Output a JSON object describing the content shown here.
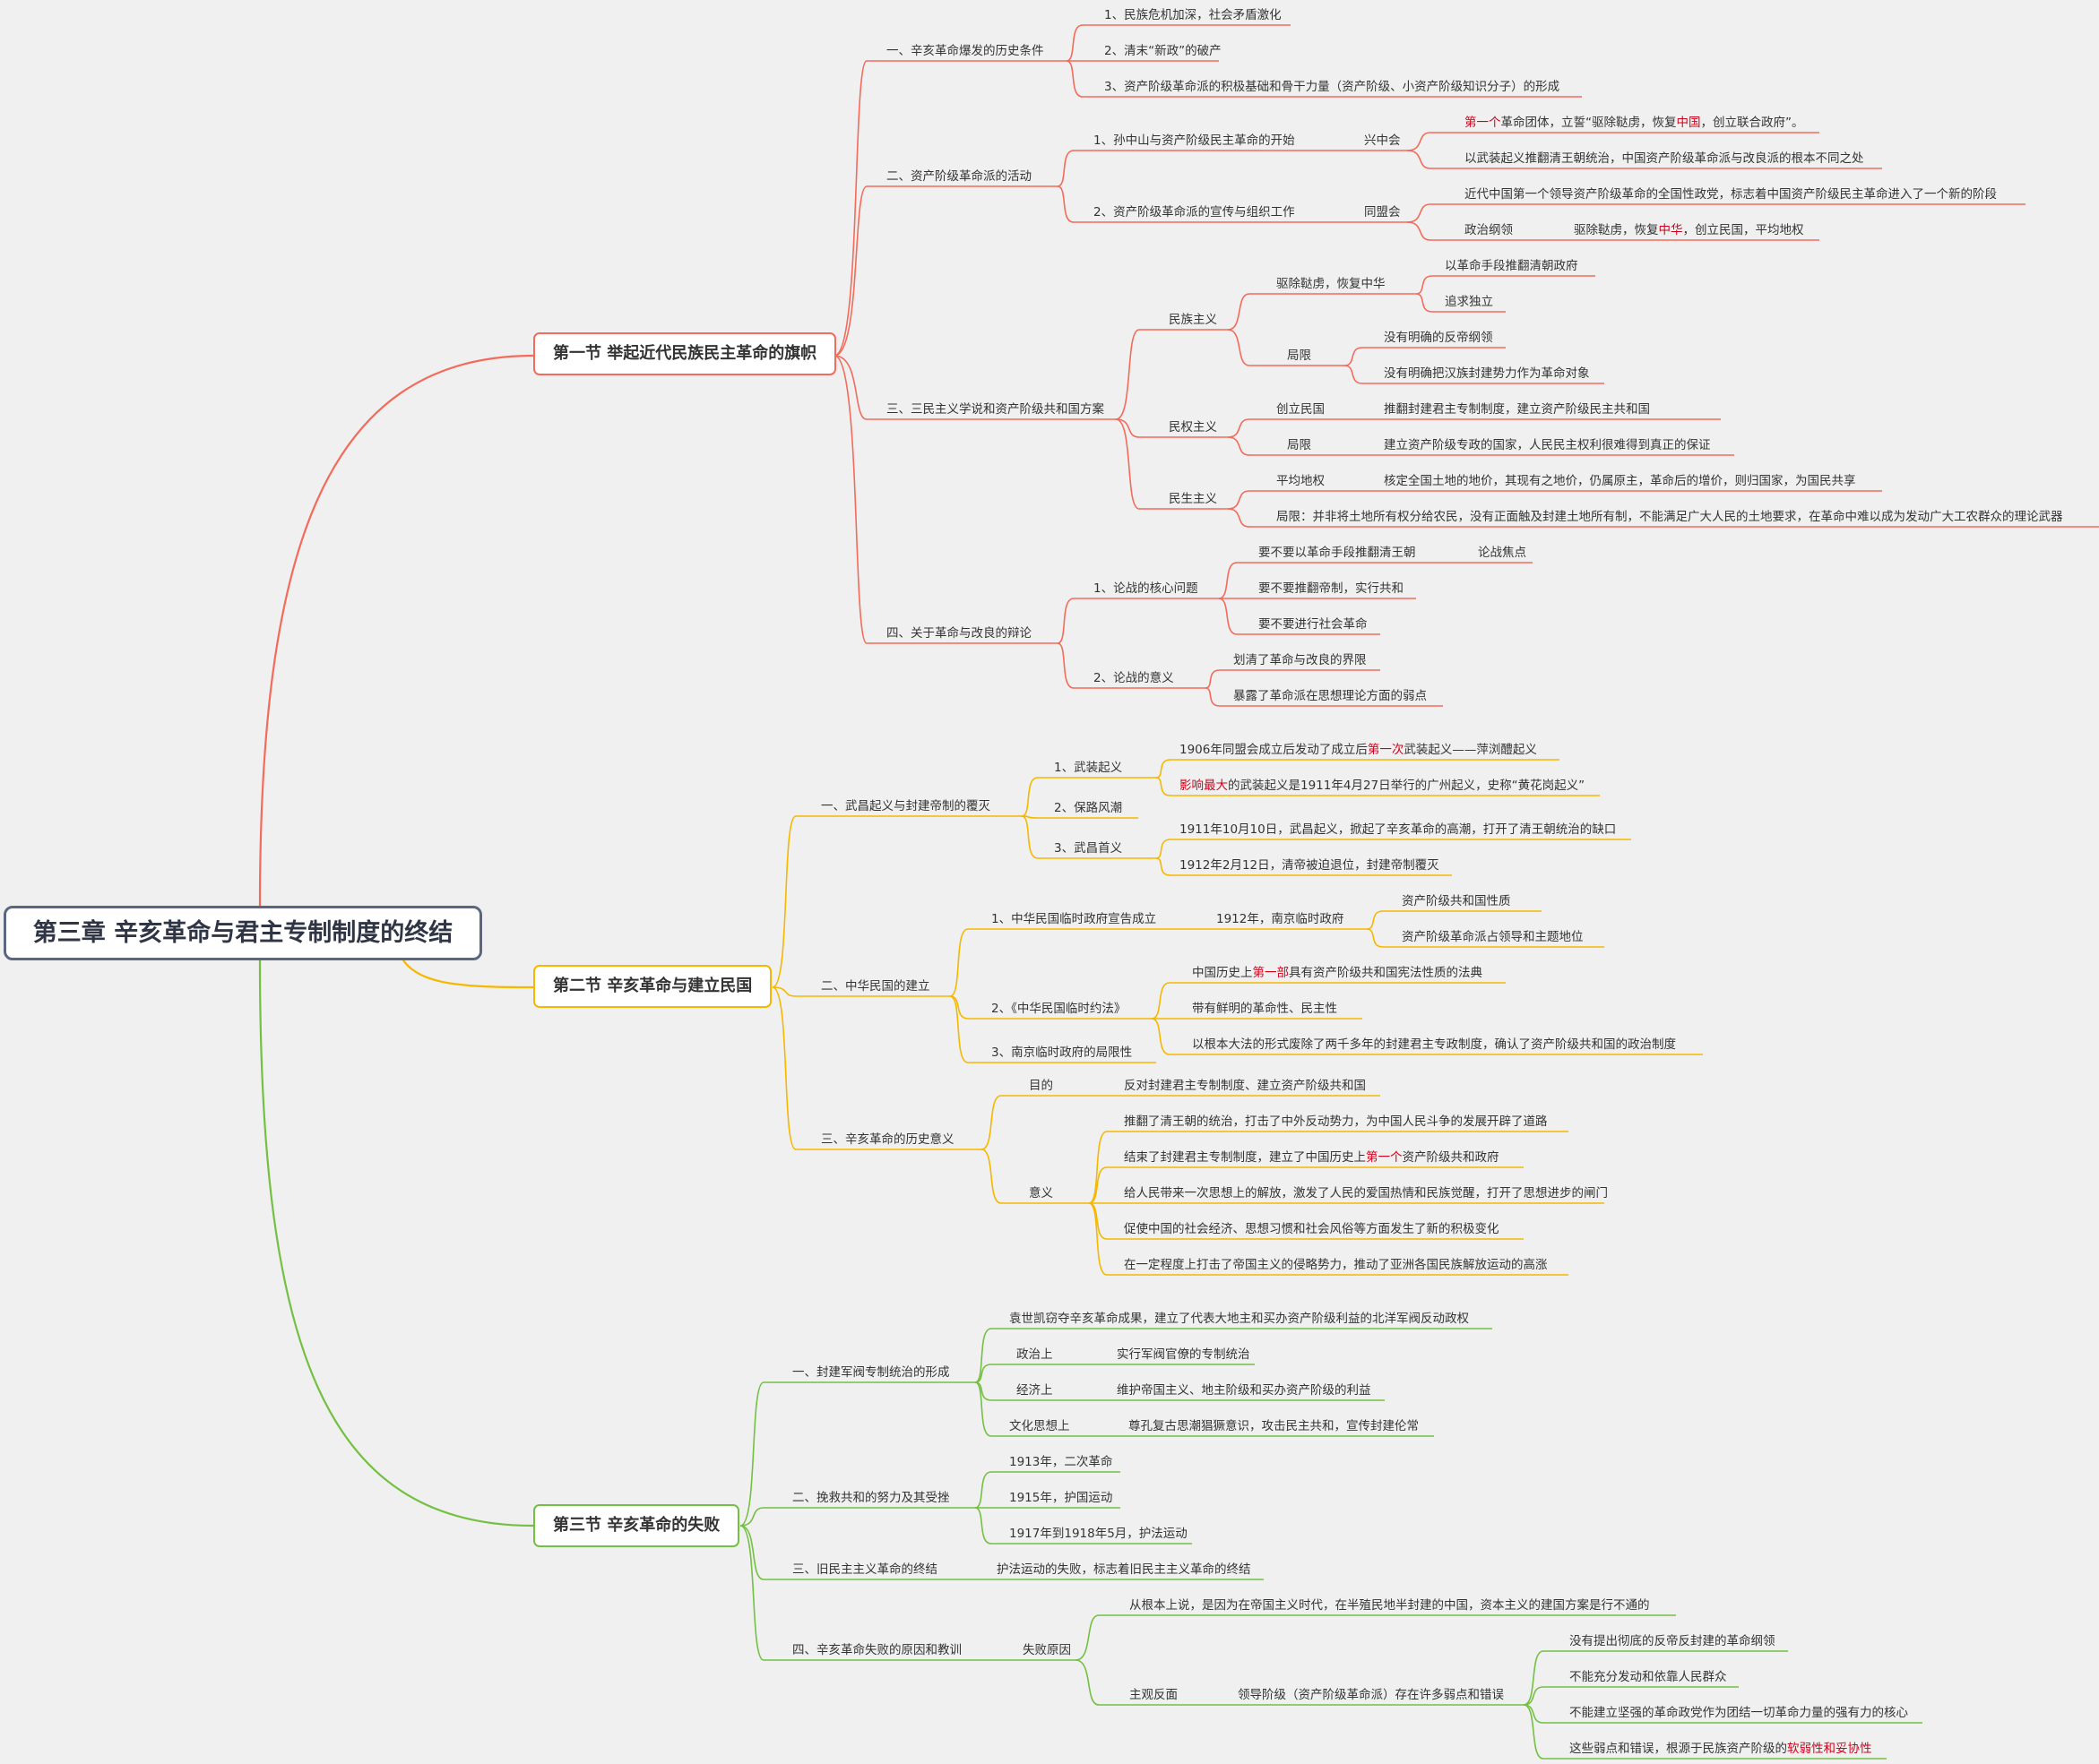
{
  "colors": {
    "branch1": "#f26b5b",
    "branch2": "#f5b700",
    "branch3": "#74c043",
    "highlight": "#d0021b"
  },
  "root": {
    "title": "第三章 辛亥革命与君主专制制度的终结"
  },
  "sections": [
    {
      "title": "第一节 举起近代民族民主革命的旗帜"
    },
    {
      "title": "第二节 辛亥革命与建立民国"
    },
    {
      "title": "第三节 辛亥革命的失败"
    }
  ],
  "s1": {
    "a": {
      "label": "一、辛亥革命爆发的历史条件",
      "items": [
        "1、民族危机加深，社会矛盾激化",
        "2、清末“新政”的破产",
        "3、资产阶级革命派的积极基础和骨干力量（资产阶级、小资产阶级知识分子）的形成"
      ]
    },
    "b": {
      "label": "二、资产阶级革命派的活动",
      "sun": "1、孙中山与资产阶级民主革命的开始",
      "xzh": "兴中会",
      "xzh1_hl1": "第一个",
      "xzh1_t1": "革命团体，立誓“驱除鞑虏，恢复",
      "xzh1_hl2": "中国",
      "xzh1_t2": "，创立联合政府”。",
      "xzh2": "以武装起义推翻清王朝统治，中国资产阶级革命派与改良派的根本不同之处",
      "prop": "2、资产阶级革命派的宣传与组织工作",
      "tmh": "同盟会",
      "tmh1": "近代中国第一个领导资产阶级革命的全国性政党，标志着中国资产阶级民主革命进入了一个新的阶段",
      "tmh2": "政治纲领",
      "gl_t1": "驱除鞑虏，恢复",
      "gl_hl": "中华",
      "gl_t2": "，创立民国，平均地权"
    },
    "c": {
      "label": "三、三民主义学说和资产阶级共和国方案",
      "mz": "民族主义",
      "qc": "驱除鞑虏，恢复中华",
      "qc1": "以革命手段推翻清朝政府",
      "qc2": "追求独立",
      "mzjx": "局限",
      "mzjx1": "没有明确的反帝纲领",
      "mzjx2": "没有明确把汉族封建势力作为革命对象",
      "mq": "民权主义",
      "cl": "创立民国",
      "cl1": "推翻封建君主专制制度，建立资产阶级民主共和国",
      "mqjx": "局限",
      "mqjx1": "建立资产阶级专政的国家，人民民主权利很难得到真正的保证",
      "ms": "民生主义",
      "pj": "平均地权",
      "pj1": "核定全国土地的地价，其现有之地价，仍属原主，革命后的增价，则归国家，为国民共享",
      "msjx": "局限：并非将土地所有权分给农民，没有正面触及封建土地所有制，不能满足广大人民的土地要求，在革命中难以成为发动广大工农群众的理论武器"
    },
    "d": {
      "label": "四、关于革命与改良的辩论",
      "core": "1、论战的核心问题",
      "c1": "要不要以革命手段推翻清王朝",
      "focus": "论战焦点",
      "c2": "要不要推翻帝制，实行共和",
      "c3": "要不要进行社会革命",
      "sig": "2、论战的意义",
      "s1": "划清了革命与改良的界限",
      "s2": "暴露了革命派在思想理论方面的弱点"
    }
  },
  "s2": {
    "a": {
      "label": "一、武昌起义与封建帝制的覆灭",
      "wz": "1、武装起义",
      "wz1_t1": "1906年同盟会成立后发动了成立后",
      "wz1_hl": "第一次",
      "wz1_t2": "武装起义——萍浏醴起义",
      "wz2_hl": "影响最大",
      "wz2_t": "的武装起义是1911年4月27日举行的广州起义，史称“黄花岗起义”",
      "bl": "2、保路风潮",
      "wc": "3、武昌首义",
      "wc1": "1911年10月10日，武昌起义，掀起了辛亥革命的高潮，打开了清王朝统治的缺口",
      "wc2": "1912年2月12日，清帝被迫退位，封建帝制覆灭"
    },
    "b": {
      "label": "二、中华民国的建立",
      "lin": "1、中华民国临时政府宣告成立",
      "nj": "1912年，南京临时政府",
      "nj1": "资产阶级共和国性质",
      "nj2": "资产阶级革命派占领导和主题地位",
      "yf": "2、《中华民国临时约法》",
      "yf1_t1": "中国历史上",
      "yf1_hl": "第一部",
      "yf1_t2": "具有资产阶级共和国宪法性质的法典",
      "yf2": "带有鲜明的革命性、民主性",
      "yf3": "以根本大法的形式废除了两千多年的封建君主专政制度，确认了资产阶级共和国的政治制度",
      "jx": "3、南京临时政府的局限性"
    },
    "c": {
      "label": "三、辛亥革命的历史意义",
      "md": "目的",
      "md1": "反对封建君主专制制度、建立资产阶级共和国",
      "yy": "意义",
      "y1": "推翻了清王朝的统治，打击了中外反动势力，为中国人民斗争的发展开辟了道路",
      "y2_t1": "结束了封建君主专制制度，建立了中国历史上",
      "y2_hl": "第一个",
      "y2_t2": "资产阶级共和政府",
      "y3": "给人民带来一次思想上的解放，激发了人民的爱国热情和民族觉醒，打开了思想进步的闸门",
      "y4": "促使中国的社会经济、思想习惯和社会风俗等方面发生了新的积极变化",
      "y5": "在一定程度上打击了帝国主义的侵略势力，推动了亚洲各国民族解放运动的高涨"
    }
  },
  "s3": {
    "a": {
      "label": "一、封建军阀专制统治的形成",
      "a1": "袁世凯窃夺辛亥革命成果，建立了代表大地主和买办资产阶级利益的北洋军阀反动政权",
      "zz": "政治上",
      "zz1": "实行军阀官僚的专制统治",
      "jj": "经济上",
      "jj1": "维护帝国主义、地主阶级和买办资产阶级的利益",
      "wh": "文化思想上",
      "wh1": "尊孔复古思潮猖獗意识，攻击民主共和，宣传封建伦常"
    },
    "b": {
      "label": "二、挽救共和的努力及其受挫",
      "b1": "1913年，二次革命",
      "b2": "1915年，护国运动",
      "b3": "1917年到1918年5月，护法运动"
    },
    "c": {
      "label": "三、旧民主主义革命的终结",
      "c1": "护法运动的失败，标志着旧民主主义革命的终结"
    },
    "d": {
      "label": "四、辛亥革命失败的原因和教训",
      "sb": "失败原因",
      "gb": "从根本上说，是因为在帝国主义时代，在半殖民地半封建的中国，资本主义的建国方案是行不通的",
      "zg": "主观反面",
      "ld": "领导阶级（资产阶级革命派）存在许多弱点和错误",
      "l1": "没有提出彻底的反帝反封建的革命纲领",
      "l2": "不能充分发动和依靠人民群众",
      "l3": "不能建立坚强的革命政党作为团结一切革命力量的强有力的核心",
      "l4_t": "这些弱点和错误，根源于民族资产阶级的",
      "l4_hl": "软弱性和妥协性"
    }
  }
}
